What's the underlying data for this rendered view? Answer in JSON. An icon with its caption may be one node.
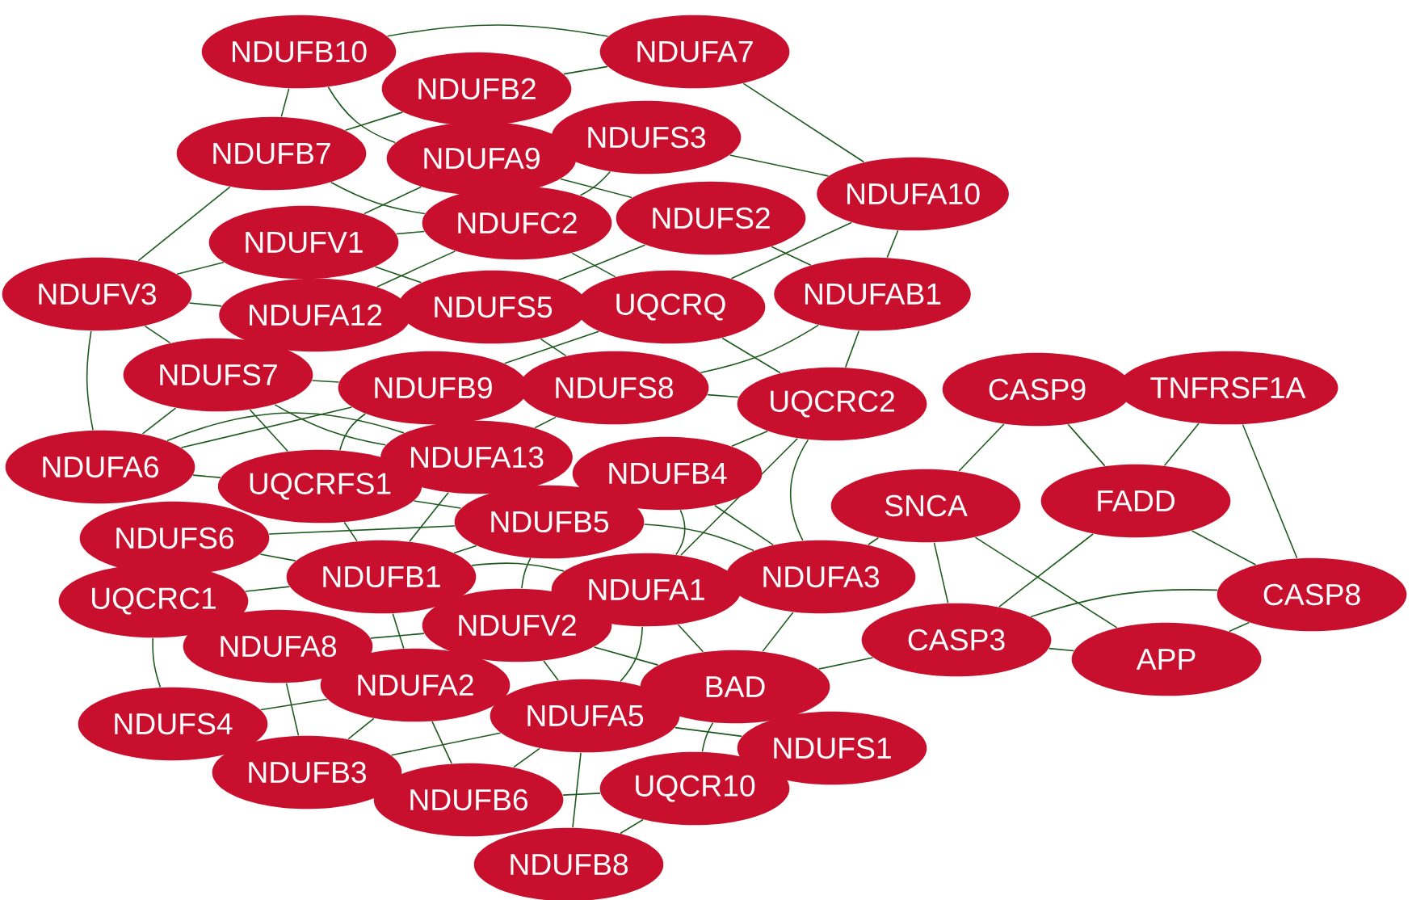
{
  "diagram": {
    "nodes": [
      {
        "text": [
          "NDUFB10"
        ]
      },
      {
        "text": [
          "NDUFA7"
        ]
      },
      {
        "text": [
          "NDUFB2"
        ]
      },
      {
        "text": [
          "NDUFS3"
        ]
      },
      {
        "text": [
          "NDUFB7"
        ]
      },
      {
        "text": [
          "NDUFA9"
        ]
      },
      {
        "text": [
          "NDUFA10"
        ]
      },
      {
        "text": [
          "NDUFC2"
        ]
      },
      {
        "text": [
          "NDUFS2"
        ]
      },
      {
        "text": [
          "NDUFV1"
        ]
      },
      {
        "text": [
          "NDUFV3"
        ]
      },
      {
        "text": [
          "NDUFAB1"
        ]
      },
      {
        "text": [
          "NDUFA12"
        ]
      },
      {
        "text": [
          "NDUFS5"
        ]
      },
      {
        "text": [
          "UQCRQ"
        ]
      },
      {
        "text": [
          "NDUFS7"
        ]
      },
      {
        "text": [
          "NDUFB9"
        ]
      },
      {
        "text": [
          "NDUFS8"
        ]
      },
      {
        "text": [
          "UQCRC2"
        ]
      },
      {
        "text": [
          "CASP9"
        ]
      },
      {
        "text": [
          "TNFRSF1A"
        ]
      },
      {
        "text": [
          "NDUFA6"
        ]
      },
      {
        "text": [
          "NDUFA13"
        ]
      },
      {
        "text": [
          "UQCRFS1"
        ]
      },
      {
        "text": [
          "NDUFB4"
        ]
      },
      {
        "text": [
          "SNCA"
        ]
      },
      {
        "text": [
          "FADD"
        ]
      },
      {
        "text": [
          "NDUFS6"
        ]
      },
      {
        "text": [
          "NDUFB5"
        ]
      },
      {
        "text": [
          "NDUFB1"
        ]
      },
      {
        "text": [
          "NDUFA1"
        ]
      },
      {
        "text": [
          "NDUFA3"
        ]
      },
      {
        "text": [
          "UQCRC1"
        ]
      },
      {
        "text": [
          "NDUFV2"
        ]
      },
      {
        "text": [
          "CASP8"
        ]
      },
      {
        "text": [
          "NDUFA8"
        ]
      },
      {
        "text": [
          "CASP3"
        ]
      },
      {
        "text": [
          "NDUFA2"
        ]
      },
      {
        "text": [
          "BAD"
        ]
      },
      {
        "text": [
          "APP"
        ]
      },
      {
        "text": [
          "NDUFA5"
        ]
      },
      {
        "text": [
          "NDUFS4"
        ]
      },
      {
        "text": [
          "NDUFS1"
        ]
      },
      {
        "text": [
          "NDUFB3"
        ]
      },
      {
        "text": [
          "NDUFB6"
        ]
      },
      {
        "text": [
          "UQCR10"
        ]
      },
      {
        "text": [
          "NDUFB8"
        ]
      }
    ],
    "edges": [
      {
        "from": 0,
        "to": 1,
        "arrow": "none"
      },
      {
        "from": 0,
        "to": 4,
        "arrow": "none"
      },
      {
        "from": 0,
        "to": 5,
        "arrow": "none"
      },
      {
        "from": 1,
        "to": 2,
        "arrow": "none"
      },
      {
        "from": 1,
        "to": 6,
        "arrow": "none"
      },
      {
        "from": 2,
        "to": 4,
        "arrow": "none"
      },
      {
        "from": 3,
        "to": 6,
        "arrow": "none"
      },
      {
        "from": 3,
        "to": 7,
        "arrow": "none"
      },
      {
        "from": 4,
        "to": 7,
        "arrow": "none"
      },
      {
        "from": 4,
        "to": 10,
        "arrow": "none"
      },
      {
        "from": 5,
        "to": 8,
        "arrow": "none"
      },
      {
        "from": 5,
        "to": 9,
        "arrow": "none"
      },
      {
        "from": 6,
        "to": 11,
        "arrow": "none"
      },
      {
        "from": 6,
        "to": 14,
        "arrow": "none"
      },
      {
        "from": 7,
        "to": 9,
        "arrow": "none"
      },
      {
        "from": 7,
        "to": 12,
        "arrow": "none"
      },
      {
        "from": 7,
        "to": 14,
        "arrow": "none"
      },
      {
        "from": 8,
        "to": 11,
        "arrow": "none"
      },
      {
        "from": 8,
        "to": 13,
        "arrow": "none"
      },
      {
        "from": 9,
        "to": 10,
        "arrow": "none"
      },
      {
        "from": 9,
        "to": 13,
        "arrow": "none"
      },
      {
        "from": 10,
        "to": 12,
        "arrow": "none"
      },
      {
        "from": 10,
        "to": 15,
        "arrow": "none"
      },
      {
        "from": 10,
        "to": 21,
        "arrow": "none"
      },
      {
        "from": 11,
        "to": 17,
        "arrow": "none"
      },
      {
        "from": 11,
        "to": 18,
        "arrow": "none"
      },
      {
        "from": 13,
        "to": 17,
        "arrow": "none"
      },
      {
        "from": 14,
        "to": 16,
        "arrow": "none"
      },
      {
        "from": 14,
        "to": 18,
        "arrow": "none"
      },
      {
        "from": 15,
        "to": 16,
        "arrow": "none"
      },
      {
        "from": 15,
        "to": 21,
        "arrow": "none"
      },
      {
        "from": 15,
        "to": 22,
        "arrow": "none"
      },
      {
        "from": 15,
        "to": 23,
        "arrow": "none"
      },
      {
        "from": 16,
        "to": 21,
        "arrow": "none"
      },
      {
        "from": 16,
        "to": 23,
        "arrow": "none"
      },
      {
        "from": 17,
        "to": 18,
        "arrow": "none"
      },
      {
        "from": 17,
        "to": 22,
        "arrow": "none"
      },
      {
        "from": 18,
        "to": 24,
        "arrow": "none"
      },
      {
        "from": 18,
        "to": 30,
        "arrow": "none"
      },
      {
        "from": 18,
        "to": 31,
        "arrow": "none"
      },
      {
        "from": 21,
        "to": 22,
        "arrow": "none"
      },
      {
        "from": 21,
        "to": 23,
        "arrow": "none"
      },
      {
        "from": 22,
        "to": 29,
        "arrow": "none"
      },
      {
        "from": 23,
        "to": 28,
        "arrow": "none"
      },
      {
        "from": 23,
        "to": 29,
        "arrow": "none"
      },
      {
        "from": 24,
        "to": 30,
        "arrow": "none"
      },
      {
        "from": 24,
        "to": 31,
        "arrow": "none"
      },
      {
        "from": 27,
        "to": 28,
        "arrow": "none"
      },
      {
        "from": 27,
        "to": 29,
        "arrow": "none"
      },
      {
        "from": 28,
        "to": 29,
        "arrow": "none"
      },
      {
        "from": 28,
        "to": 31,
        "arrow": "none"
      },
      {
        "from": 28,
        "to": 33,
        "arrow": "none"
      },
      {
        "from": 29,
        "to": 30,
        "arrow": "none"
      },
      {
        "from": 29,
        "to": 32,
        "arrow": "none"
      },
      {
        "from": 29,
        "to": 37,
        "arrow": "none"
      },
      {
        "from": 30,
        "to": 38,
        "arrow": "none"
      },
      {
        "from": 30,
        "to": 40,
        "arrow": "none"
      },
      {
        "from": 31,
        "to": 38,
        "arrow": "none"
      },
      {
        "from": 32,
        "to": 41,
        "arrow": "none"
      },
      {
        "from": 33,
        "to": 35,
        "arrow": "none"
      },
      {
        "from": 33,
        "to": 38,
        "arrow": "none"
      },
      {
        "from": 33,
        "to": 40,
        "arrow": "none"
      },
      {
        "from": 35,
        "to": 43,
        "arrow": "none"
      },
      {
        "from": 37,
        "to": 41,
        "arrow": "none"
      },
      {
        "from": 37,
        "to": 43,
        "arrow": "none"
      },
      {
        "from": 37,
        "to": 44,
        "arrow": "none"
      },
      {
        "from": 38,
        "to": 45,
        "arrow": "none"
      },
      {
        "from": 40,
        "to": 42,
        "arrow": "none"
      },
      {
        "from": 40,
        "to": 43,
        "arrow": "none"
      },
      {
        "from": 40,
        "to": 44,
        "arrow": "none"
      },
      {
        "from": 40,
        "to": 46,
        "arrow": "none"
      },
      {
        "from": 44,
        "to": 45,
        "arrow": "none"
      },
      {
        "from": 45,
        "to": 46,
        "arrow": "none"
      },
      {
        "from": 19,
        "to": 25,
        "arrow": "none"
      },
      {
        "from": 25,
        "to": 36,
        "arrow": "none"
      },
      {
        "from": 19,
        "to": 26,
        "arrow": "none"
      },
      {
        "from": 20,
        "to": 26,
        "arrow": "none"
      },
      {
        "from": 20,
        "to": 34,
        "arrow": "none"
      },
      {
        "from": 26,
        "to": 34,
        "arrow": "none"
      },
      {
        "from": 26,
        "to": 36,
        "arrow": "none"
      },
      {
        "from": 25,
        "to": 39,
        "arrow": "none"
      },
      {
        "from": 25,
        "to": 31,
        "arrow": "none"
      },
      {
        "from": 36,
        "to": 34,
        "arrow": "none"
      },
      {
        "from": 36,
        "to": 39,
        "arrow": "none"
      },
      {
        "from": 39,
        "to": 34,
        "arrow": "none"
      },
      {
        "from": 36,
        "to": 38,
        "arrow": "none"
      }
    ]
  }
}
